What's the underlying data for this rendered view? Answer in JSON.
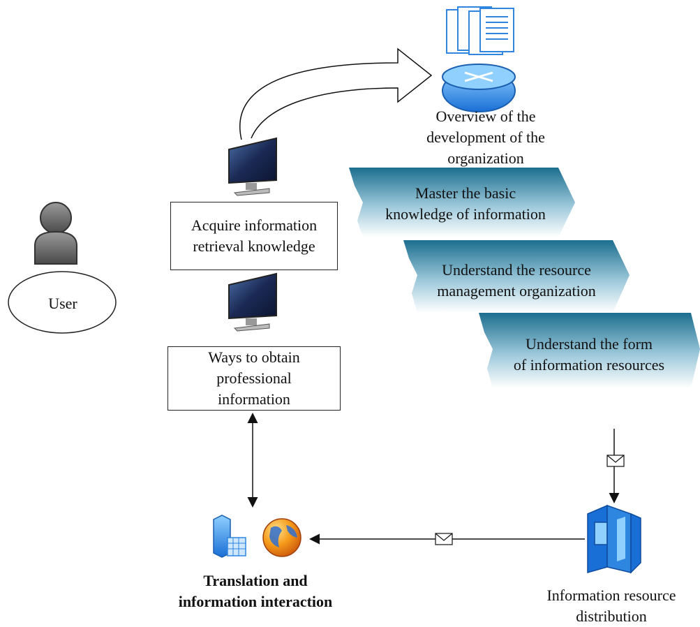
{
  "user": {
    "label": "User"
  },
  "boxes": {
    "acquire": [
      "Acquire information",
      "retrieval knowledge"
    ],
    "ways": [
      "Ways to obtain",
      "professional",
      "information"
    ]
  },
  "overview": [
    "Overview of the",
    "development of the",
    "organization"
  ],
  "steps": [
    [
      "Master the basic",
      "knowledge of information"
    ],
    [
      "Understand the resource",
      "management organization"
    ],
    [
      "Understand the form",
      "of information resources"
    ]
  ],
  "translation": [
    "Translation and",
    "information interaction"
  ],
  "distribution": [
    "Information resource",
    "distribution"
  ],
  "colors": {
    "chevron_dark": "#1c6e8f",
    "chevron_light": "#ffffff",
    "icon_blue": "#2e86e0"
  },
  "icons": [
    "user-icon",
    "monitor-icon",
    "router-icon",
    "document-stack-icon",
    "server-icon",
    "globe-icon",
    "computer-terminal-icon",
    "envelope-icon"
  ]
}
